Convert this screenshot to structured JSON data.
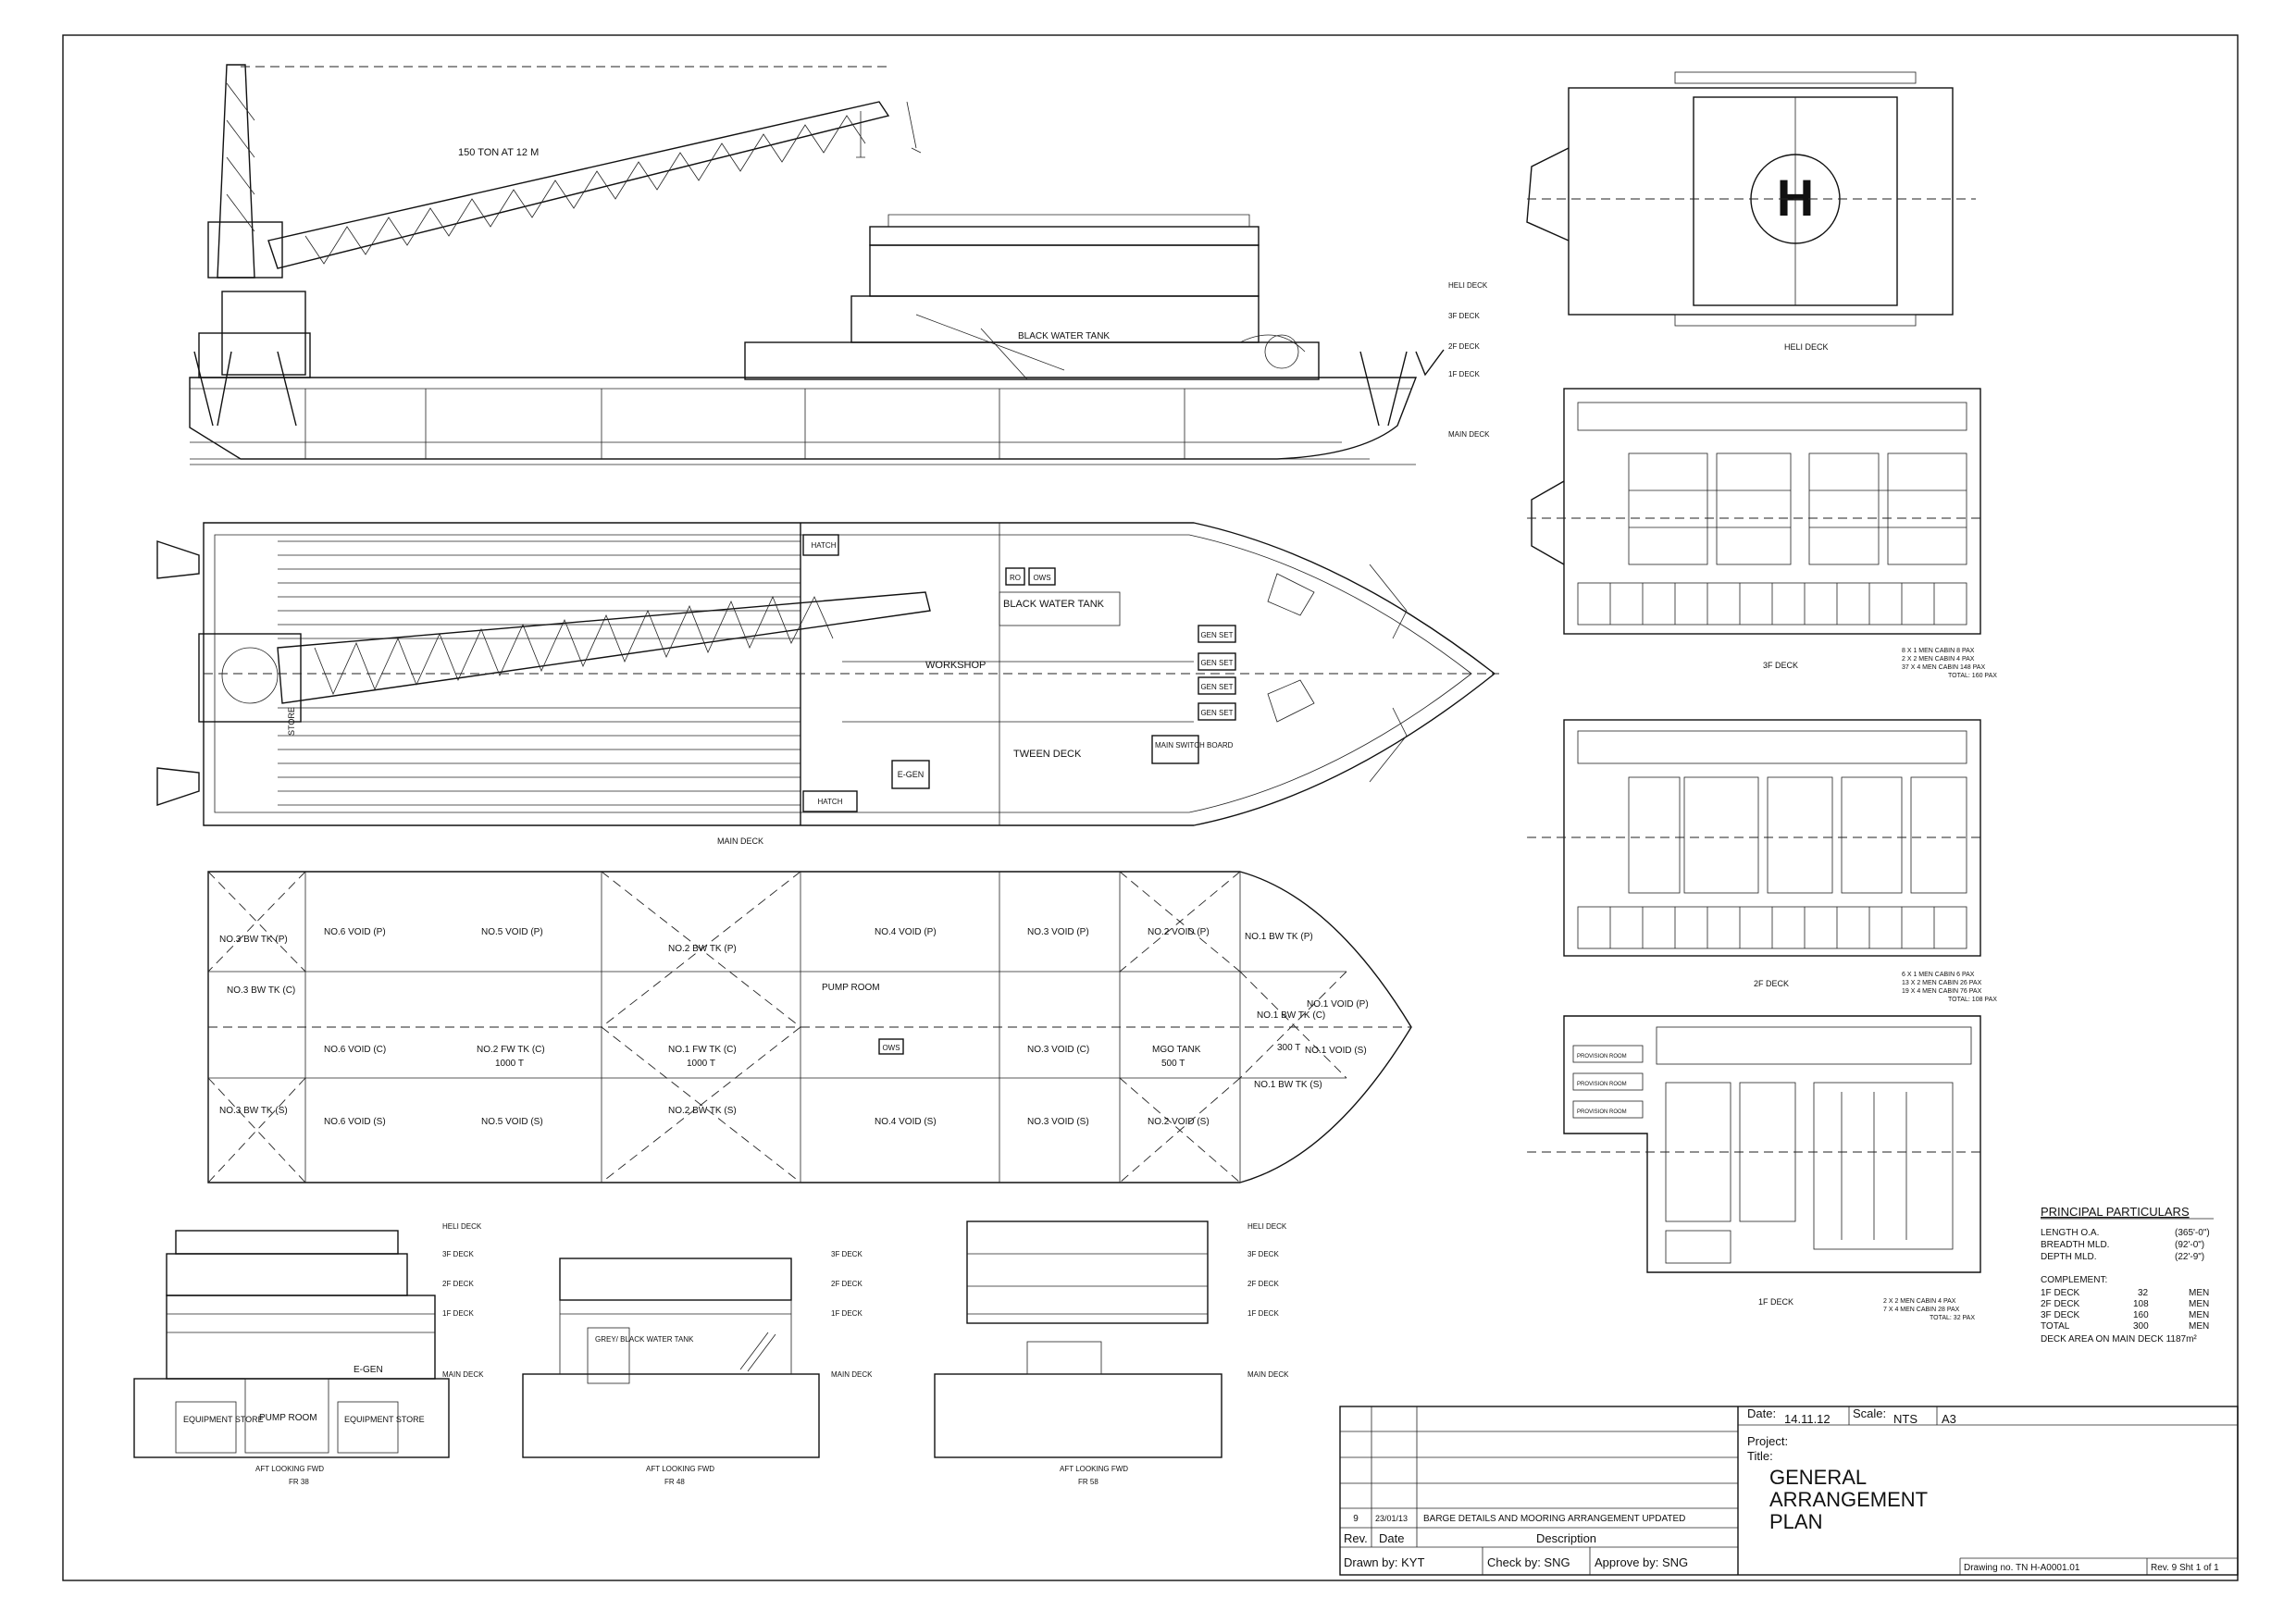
{
  "profile": {
    "crane_label": "150 TON AT 12 M",
    "black_water_tank": "BLACK WATER TANK",
    "deck_levels": [
      "HELI DECK",
      "3F DECK",
      "2F DECK",
      "1F DECK",
      "MAIN DECK"
    ]
  },
  "main_deck": {
    "caption": "MAIN DECK",
    "hatch": "HATCH",
    "ro": "RO",
    "ows": "OWS",
    "black_water_tank": "BLACK WATER TANK",
    "workshop": "WORKSHOP",
    "tween_deck": "TWEEN DECK",
    "e_gen": "E-GEN",
    "gen_set": "GEN SET",
    "main_switch_board": "MAIN SWITCH BOARD",
    "store": "STORE"
  },
  "tank_plan": {
    "top_row": [
      "NO.3 BW TK (P)",
      "NO.6 VOID (P)",
      "NO.5 VOID (P)",
      "NO.2 BW TK (P)",
      "NO.4 VOID (P)",
      "NO.3 VOID (P)",
      "NO.2 VOID (P)",
      "NO.1 BW TK (P)"
    ],
    "mid_row": [
      "NO.3 BW TK (C)",
      "NO.6 VOID (C)",
      "NO.2 FW TK (C)",
      "1000 T",
      "NO.1 FW TK (C)",
      "1000 T",
      "PUMP ROOM",
      "OWS",
      "NO.3 VOID (C)",
      "MGO TANK",
      "500 T",
      "NO.1 BW TK (C)",
      "300 T",
      "NO.1 VOID (P)",
      "NO.1 VOID (S)"
    ],
    "bottom_row": [
      "NO.3 BW TK (S)",
      "NO.6 VOID (S)",
      "NO.5 VOID (S)",
      "NO.2 BW TK (S)",
      "NO.4 VOID (S)",
      "NO.3 VOID (S)",
      "NO.2 VOID (S)",
      "NO.1 BW TK (S)"
    ]
  },
  "sections": [
    {
      "caption": "AFT LOOKING FWD",
      "frame": "FR 38",
      "labels": [
        "EQUIPMENT STORE",
        "PUMP ROOM",
        "EQUIPMENT STORE",
        "E-GEN"
      ]
    },
    {
      "caption": "AFT LOOKING FWD",
      "frame": "FR 48",
      "labels": [
        "GREY/ BLACK WATER TANK"
      ]
    },
    {
      "caption": "AFT LOOKING FWD",
      "frame": "FR 58",
      "labels": []
    }
  ],
  "deck_plans": {
    "heli": "HELI DECK",
    "f3": "3F DECK",
    "f2": "2F DECK",
    "f1": "1F DECK",
    "f3_note": [
      "8 X 1 MEN CABIN    8 PAX",
      "2 X 2 MEN CABIN    4 PAX",
      "37 X 4 MEN CABIN  148 PAX",
      "TOTAL: 160 PAX"
    ],
    "f2_note": [
      "6 X 1 MEN CABIN    6 PAX",
      "13 X 2 MEN CABIN   26 PAX",
      "19 X 4 MEN CABIN   76 PAX",
      "TOTAL: 108 PAX"
    ],
    "f1_note": [
      "2 X 2 MEN CABIN    4 PAX",
      "7 X 4 MEN CABIN   28 PAX",
      "TOTAL: 32 PAX"
    ],
    "provision_room": "PROVISION ROOM"
  },
  "particulars": {
    "title": "PRINCIPAL PARTICULARS",
    "rows": [
      {
        "k": "LENGTH O.A.",
        "v": "(365'-0\")"
      },
      {
        "k": "BREADTH MLD.",
        "v": "(92'-0\")"
      },
      {
        "k": "DEPTH MLD.",
        "v": "(22'-9\")"
      }
    ],
    "complement_title": "COMPLEMENT:",
    "complement": [
      {
        "k": "1F DECK",
        "n": "32",
        "u": "MEN"
      },
      {
        "k": "2F DECK",
        "n": "108",
        "u": "MEN"
      },
      {
        "k": "3F DECK",
        "n": "160",
        "u": "MEN"
      },
      {
        "k": "TOTAL",
        "n": "300",
        "u": "MEN"
      }
    ],
    "area": "DECK AREA ON MAIN DECK  1187m²"
  },
  "title_block": {
    "rev_no": "9",
    "rev_date": "23/01/13",
    "rev_desc": "BARGE DETAILS AND MOORING ARRANGEMENT UPDATED",
    "h_rev": "Rev.",
    "h_date": "Date",
    "h_desc": "Description",
    "drawn": "Drawn by: KYT",
    "check": "Check by: SNG",
    "approve": "Approve by: SNG",
    "date_label": "Date:",
    "date_value": "14.11.12",
    "scale_label": "Scale:",
    "scale_value": "NTS",
    "size": "A3",
    "project_label": "Project:",
    "title_label": "Title:",
    "title_l1": "GENERAL",
    "title_l2": "ARRANGEMENT",
    "title_l3": "PLAN",
    "drawing_no": "Drawing no. TN H-A0001.01",
    "rev_sheet": "Rev. 9  Sht 1 of 1"
  }
}
